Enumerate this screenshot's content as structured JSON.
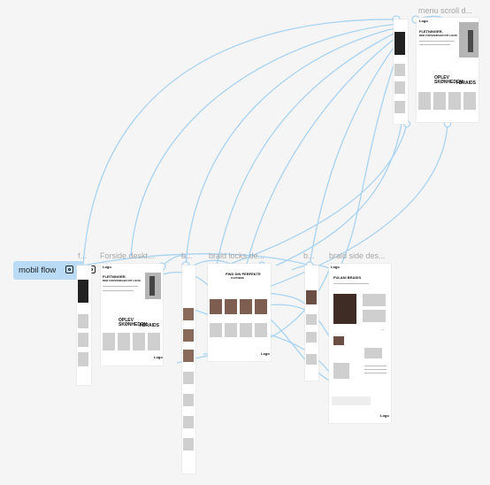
{
  "flow": {
    "name": "mobil flow"
  },
  "frame_labels": {
    "menu_scroll": "menu scroll d...",
    "mobile": "f...",
    "forside": "Forside deskt...",
    "mobile2": "b...",
    "braid_locks": "braid locks de...",
    "b_small": "b...",
    "braid_side": "braid side des..."
  },
  "content": {
    "logo": "Logo",
    "headline_1": "FLETNINGER,",
    "headline_2": "DER FORVANDLER DIT LOOK.",
    "oplev_1": "OPLEV SKØNHEDEN",
    "oplev_2": "I BRAIDS",
    "find_1": "FIND DIN PERFEKTE",
    "find_2": "FLETNING",
    "fulani": "FULANI BRAIDS",
    "arrow": "→",
    "mini_arrow": "→"
  },
  "colors": {
    "wire": "#a8d3f1",
    "flow_tag": "#b9dbf5",
    "canvas": "#f5f5f5"
  },
  "icons": [
    "flow-start-icon",
    "play-icon"
  ]
}
